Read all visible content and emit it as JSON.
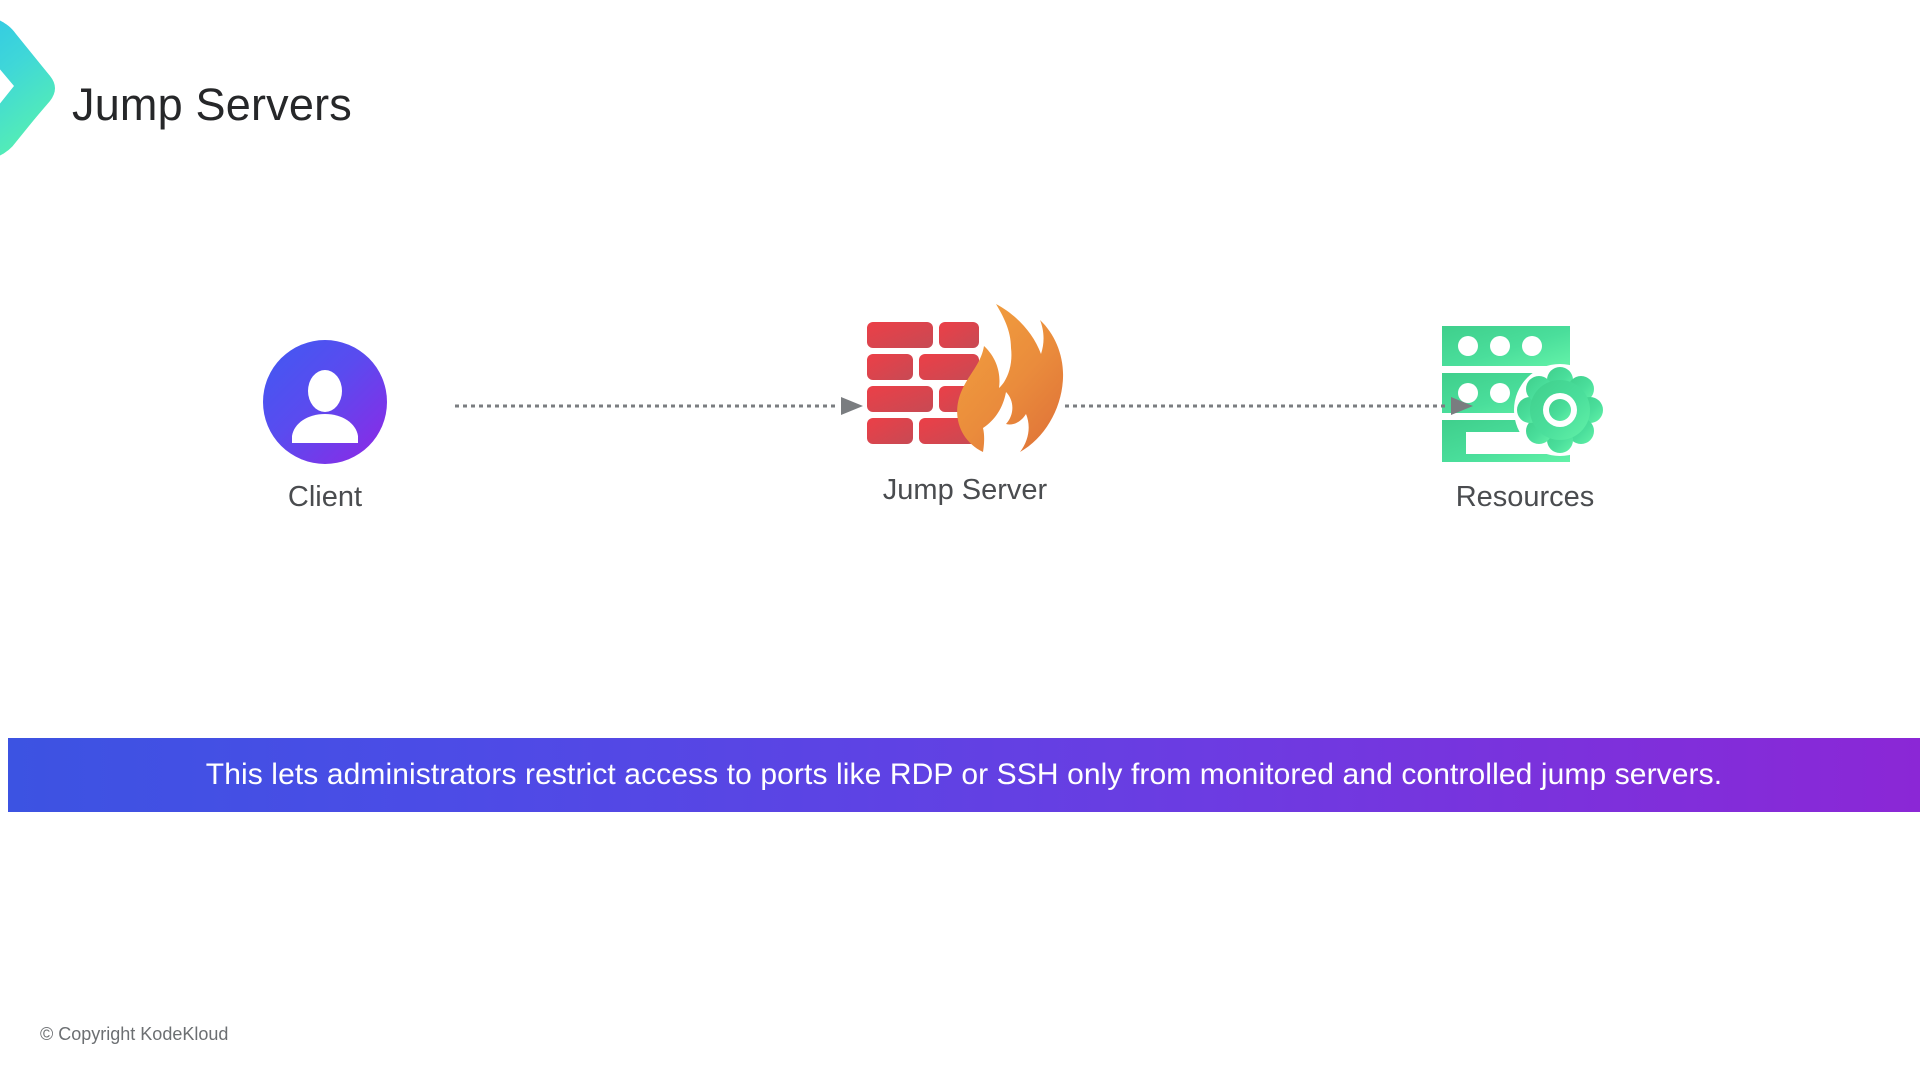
{
  "brand": {
    "logo_icon": "chevron-logo-icon",
    "gradient_from": "#2ec5e8",
    "gradient_to": "#4fe3b8"
  },
  "header": {
    "title": "Jump Servers",
    "title_color": "#262729"
  },
  "diagram": {
    "type": "flow",
    "nodes": [
      {
        "id": "client",
        "label": "Client",
        "icon": "user-avatar-icon",
        "color_from": "#4a5bf0",
        "color_to": "#8a2be8"
      },
      {
        "id": "jump-server",
        "label": "Jump Server",
        "icon": "firewall-icon",
        "color_from": "#e8404c",
        "color_to": "#c9484f",
        "accent_color": "#ef8d3c"
      },
      {
        "id": "resources",
        "label": "Resources",
        "icon": "server-gear-icon",
        "color_from": "#3ccf8e",
        "color_to": "#5ef0a0"
      }
    ],
    "connectors": [
      {
        "id": "client-to-jump",
        "from": "client",
        "to": "jump-server",
        "style": "dotted",
        "arrow": true,
        "color": "#7a7d80"
      },
      {
        "id": "jump-to-resources",
        "from": "jump-server",
        "to": "resources",
        "style": "dotted",
        "arrow": true,
        "color": "#7a7d80"
      }
    ],
    "label_color": "#4a4c4f"
  },
  "banner": {
    "text": "This lets administrators restrict access to ports like RDP or SSH only from monitored and controlled jump servers.",
    "gradient_from": "#3c53e2",
    "gradient_to": "#8b27d6",
    "text_color": "#ffffff"
  },
  "footer": {
    "copyright": "© Copyright KodeKloud",
    "color": "#6c6f72"
  }
}
